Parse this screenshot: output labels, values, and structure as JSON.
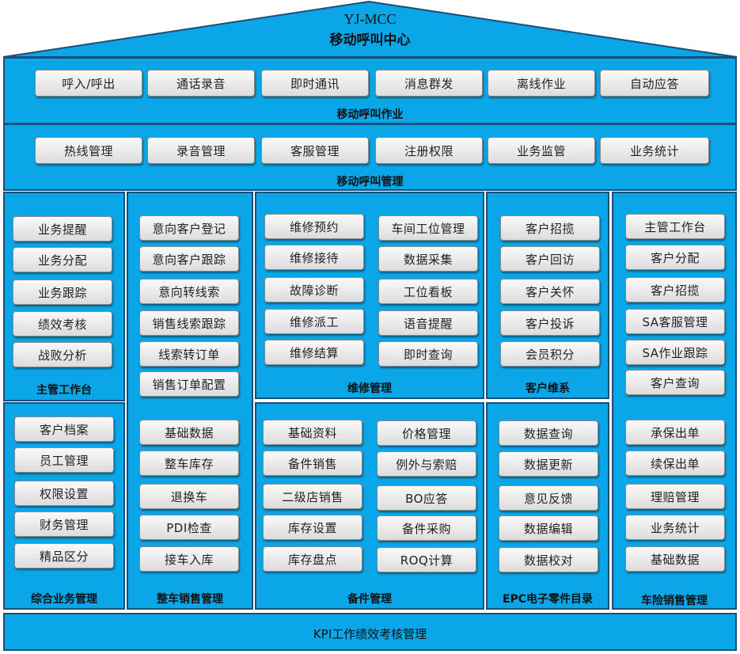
{
  "header": {
    "title": "YJ-MCC",
    "subtitle": "移动呼叫中心"
  },
  "ops": {
    "label": "移动呼叫作业",
    "buttons": [
      "呼入/呼出",
      "通话录音",
      "即时通讯",
      "消息群发",
      "离线作业",
      "自动应答"
    ]
  },
  "mgmt": {
    "label": "移动呼叫管理",
    "buttons": [
      "热线管理",
      "录音管理",
      "客服管理",
      "注册权限",
      "业务监管",
      "业务统计"
    ]
  },
  "supervisor": {
    "label": "主管工作台",
    "buttons": [
      "业务提醒",
      "业务分配",
      "业务跟踪",
      "绩效考核",
      "战败分析"
    ]
  },
  "general": {
    "label": "综合业务管理",
    "buttons": [
      "客户档案",
      "员工管理",
      "权限设置",
      "财务管理",
      "精品区分"
    ]
  },
  "leads": {
    "buttons": [
      "意向客户登记",
      "意向客户跟踪",
      "意向转线索",
      "销售线索跟踪",
      "线索转订单",
      "销售订单配置"
    ]
  },
  "vehicle": {
    "label": "整车销售管理",
    "buttons": [
      "基础数据",
      "整车库存",
      "退换车",
      "PDI检查",
      "接车入库"
    ]
  },
  "repair": {
    "label": "维修管理",
    "left": [
      "维修预约",
      "维修接待",
      "故障诊断",
      "维修派工",
      "维修结算"
    ],
    "right": [
      "车间工位管理",
      "数据采集",
      "工位看板",
      "语音提醒",
      "即时查询"
    ]
  },
  "parts": {
    "label": "备件管理",
    "left": [
      "基础资料",
      "备件销售",
      "二级店销售",
      "库存设置",
      "库存盘点"
    ],
    "right": [
      "价格管理",
      "例外与索赔",
      "BO应答",
      "备件采购",
      "ROQ计算"
    ]
  },
  "care": {
    "label": "客户维系",
    "buttons": [
      "客户招揽",
      "客户回访",
      "客户关怀",
      "客户投诉",
      "会员积分"
    ]
  },
  "epc": {
    "label": "EPC电子零件目录",
    "buttons": [
      "数据查询",
      "数据更新",
      "意见反馈",
      "数据编辑",
      "数据校对"
    ]
  },
  "insurance_top": {
    "buttons": [
      "主管工作台",
      "客户分配",
      "客户招揽",
      "SA客服管理",
      "SA作业跟踪",
      "客户查询"
    ]
  },
  "insurance": {
    "label": "车险销售管理",
    "buttons": [
      "承保出单",
      "续保出单",
      "理赔管理",
      "业务统计",
      "基础数据"
    ]
  },
  "footer": {
    "label": "KPI工作绩效考核管理"
  },
  "colors": {
    "panel": "#0aa6e8",
    "border": "#1b4f7a"
  }
}
